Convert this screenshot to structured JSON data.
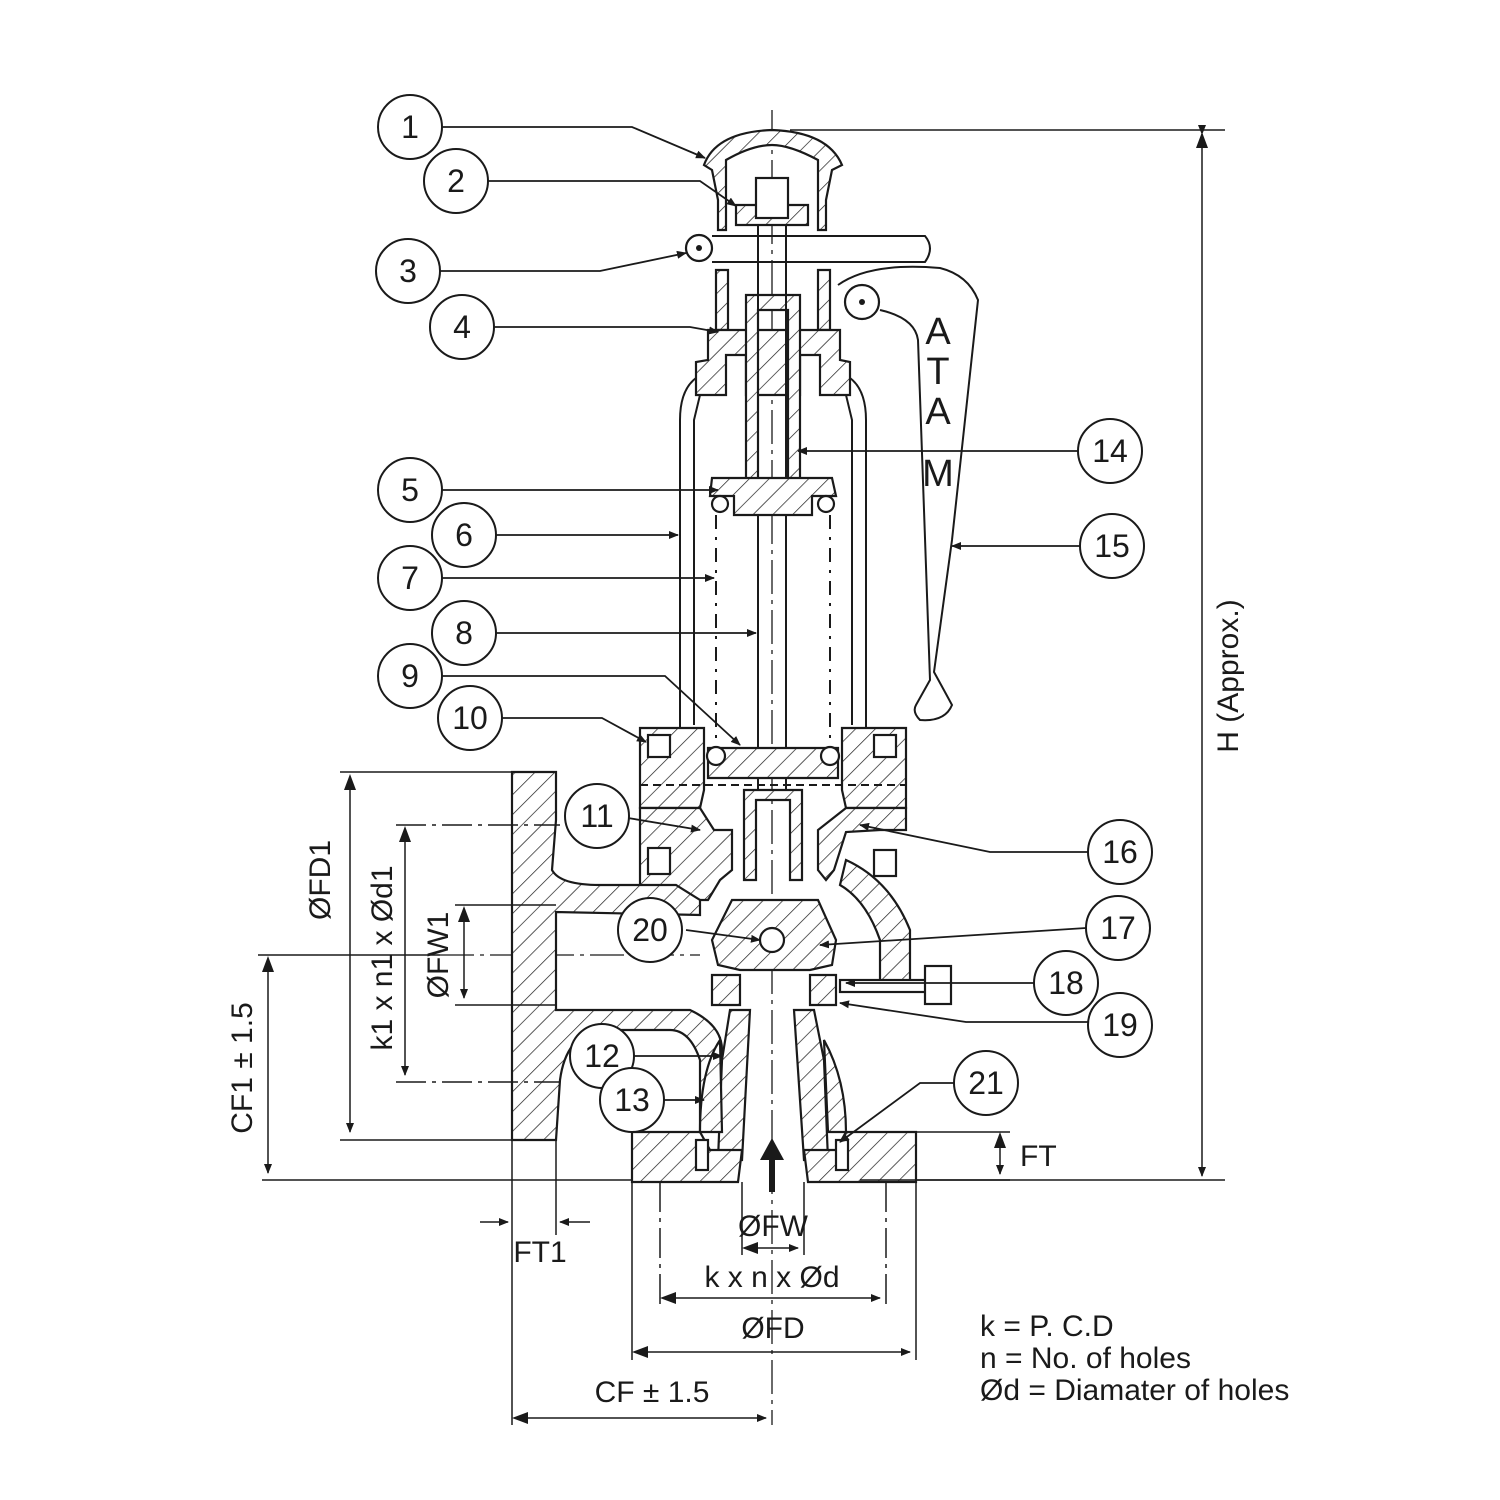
{
  "balloons": [
    {
      "n": "1"
    },
    {
      "n": "2"
    },
    {
      "n": "3"
    },
    {
      "n": "4"
    },
    {
      "n": "5"
    },
    {
      "n": "6"
    },
    {
      "n": "7"
    },
    {
      "n": "8"
    },
    {
      "n": "9"
    },
    {
      "n": "10"
    },
    {
      "n": "11"
    },
    {
      "n": "12"
    },
    {
      "n": "13"
    },
    {
      "n": "14"
    },
    {
      "n": "15"
    },
    {
      "n": "16"
    },
    {
      "n": "17"
    },
    {
      "n": "18"
    },
    {
      "n": "19"
    },
    {
      "n": "20"
    },
    {
      "n": "21"
    }
  ],
  "brand": [
    "A",
    "T",
    "A",
    "M"
  ],
  "dimensions": {
    "h": "H (Approx.)",
    "fd1": "ØFD1",
    "k1n1d1": "k1 x n1 x Ød1",
    "fw1": "ØFW1",
    "cf1": "CF1 ± 1.5",
    "ft": "FT",
    "ft1": "FT1",
    "fw": "ØFW",
    "knd": "k x n x Ød",
    "fd": "ØFD",
    "cf": "CF ± 1.5"
  },
  "legend": [
    "k = P. C.D",
    "n = No. of holes",
    "Ød = Diamater of holes"
  ]
}
